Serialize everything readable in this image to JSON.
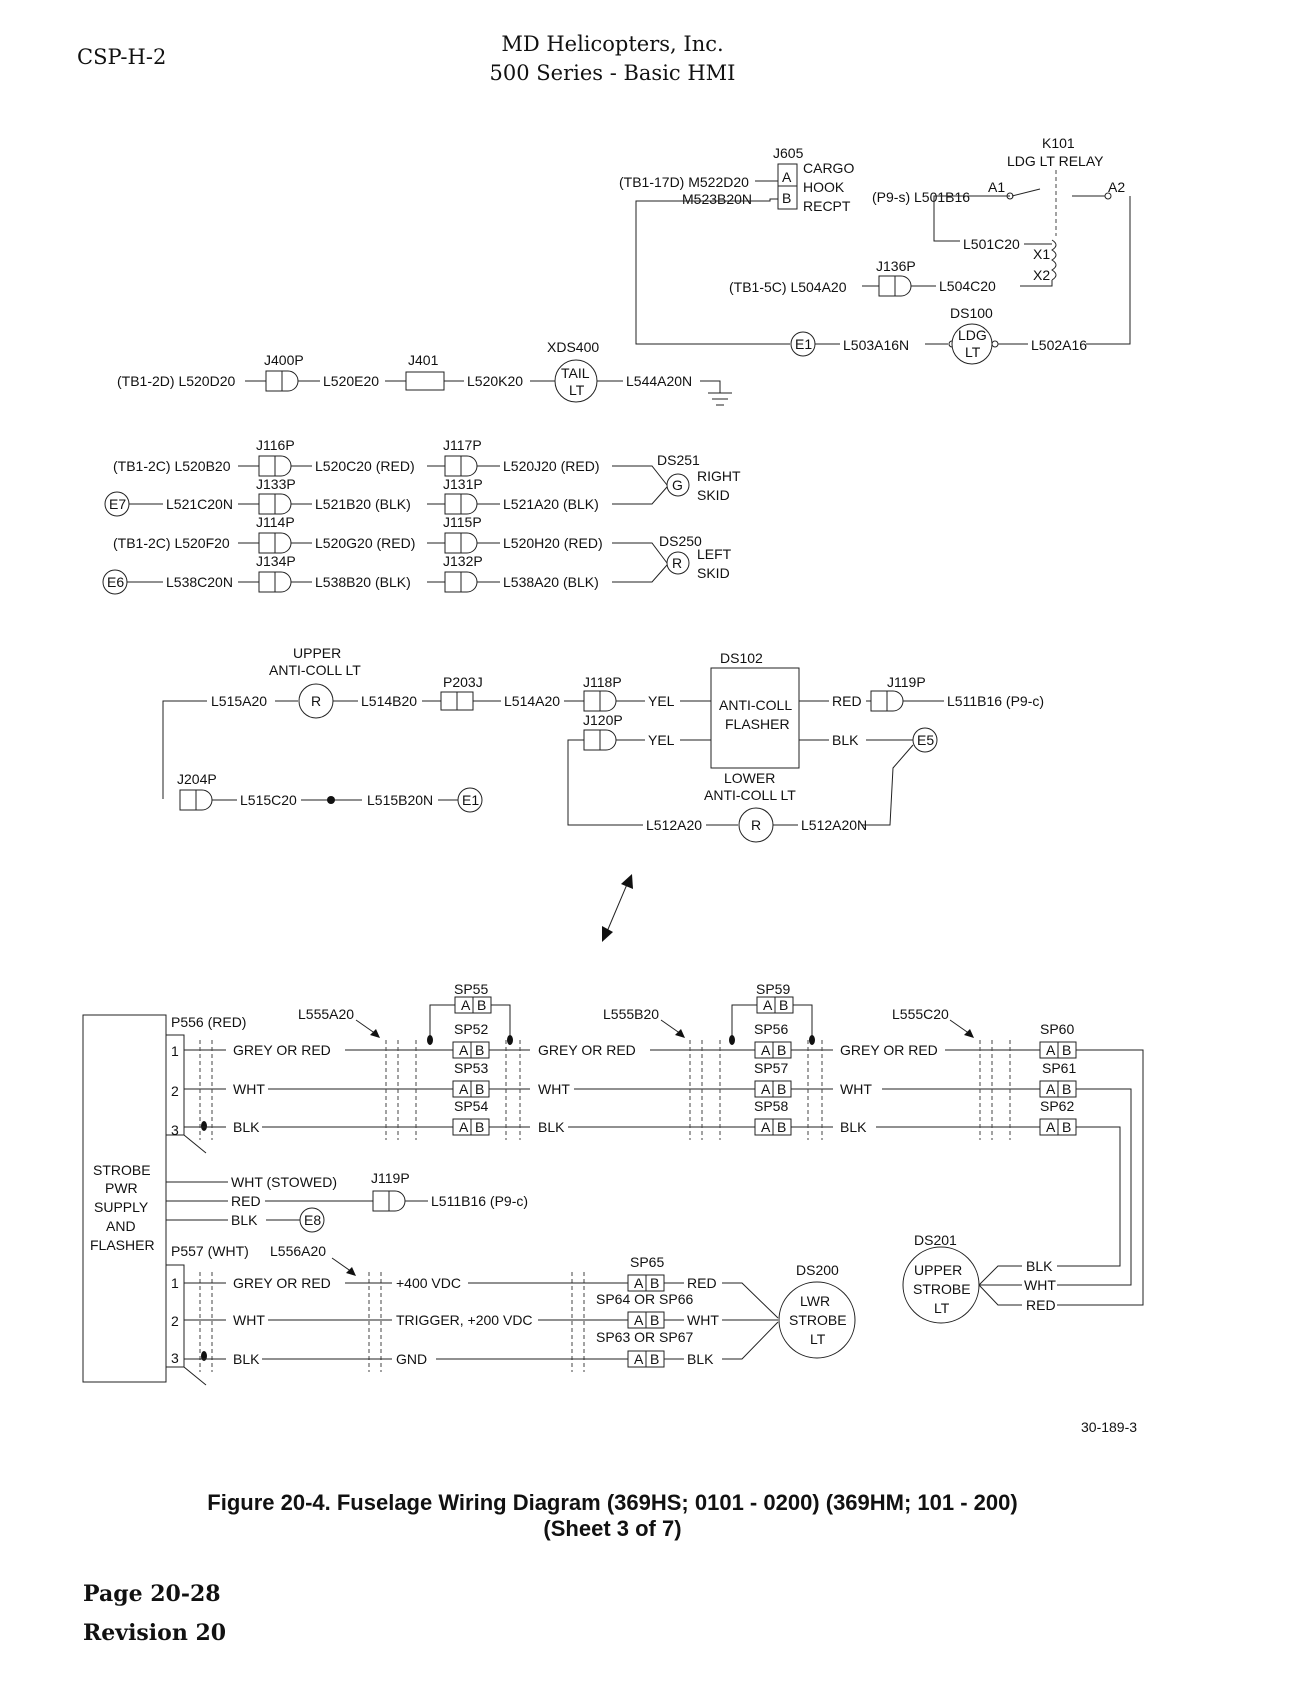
{
  "header": {
    "doc_id": "CSP-H-2",
    "company": "MD Helicopters, Inc.",
    "series": "500 Series - Basic HMI"
  },
  "footer": {
    "page": "Page 20-28",
    "revision": "Revision 20"
  },
  "figure": {
    "caption_line1": "Figure 20-4. Fuselage Wiring Diagram (369HS; 0101 - 0200) (369HM; 101 - 200)",
    "caption_line2": "(Sheet 3 of 7)",
    "drawing_number": "30-189-3"
  },
  "labels": {
    "j605": "J605",
    "cargo": "CARGO",
    "hook": "HOOK",
    "recpt": "RECPT",
    "pin_a": "A",
    "pin_b": "B",
    "tb1_17d_m522d20": "(TB1-17D) M522D20",
    "m523b20n": "M523B20N",
    "k101": "K101",
    "ldg_lt_relay": "LDG LT RELAY",
    "p9s_l501b16": "(P9-s) L501B16",
    "a1": "A1",
    "a2": "A2",
    "l501c20": "L501C20",
    "x1": "X1",
    "x2": "X2",
    "j136p": "J136P",
    "tb1_5c_l504a20": "(TB1-5C) L504A20",
    "l504c20": "L504C20",
    "ds100": "DS100",
    "ldg": "LDG",
    "lt": "LT",
    "e1": "E1",
    "l503a16n": "L503A16N",
    "l502a16": "L502A16",
    "xds400": "XDS400",
    "tail": "TAIL",
    "j400p": "J400P",
    "j401": "J401",
    "tb1_2d_l520d20": "(TB1-2D) L520D20",
    "l520e20": "L520E20",
    "l520k20": "L520K20",
    "l544a20n": "L544A20N",
    "j116p": "J116P",
    "j117p": "J117P",
    "ds251": "DS251",
    "tb1_2c_l520b20": "(TB1-2C) L520B20",
    "l520c20_red": "L520C20 (RED)",
    "l520j20_red": "L520J20 (RED)",
    "g": "G",
    "right": "RIGHT",
    "skid": "SKID",
    "j133p": "J133P",
    "j131p": "J131P",
    "e7": "E7",
    "l521c20n": "L521C20N",
    "l521b20_blk": "L521B20 (BLK)",
    "l521a20_blk": "L521A20 (BLK)",
    "j114p": "J114P",
    "j115p": "J115P",
    "ds250": "DS250",
    "tb1_2c_l520f20": "(TB1-2C) L520F20",
    "l520g20_red": "L520G20 (RED)",
    "l520h20_red": "L520H20 (RED)",
    "r": "R",
    "left": "LEFT",
    "j134p": "J134P",
    "j132p": "J132P",
    "e6": "E6",
    "l538c20n": "L538C20N",
    "l538b20_blk": "L538B20 (BLK)",
    "l538a20_blk": "L538A20 (BLK)",
    "upper": "UPPER",
    "anti_coll_lt": "ANTI-COLL LT",
    "p203j": "P203J",
    "j118p": "J118P",
    "ds102": "DS102",
    "j119p": "J119P",
    "l515a20": "L515A20",
    "l514b20": "L514B20",
    "l514a20": "L514A20",
    "yel": "YEL",
    "anti_coll": "ANTI-COLL",
    "flasher": "FLASHER",
    "red": "RED",
    "blk": "BLK",
    "l511b16_p9c": "L511B16 (P9-c)",
    "j120p": "J120P",
    "e5": "E5",
    "lower": "LOWER",
    "lower_anti_coll_lt": "ANTI-COLL LT",
    "j204p": "J204P",
    "l515c20": "L515C20",
    "l515b20n": "L515B20N",
    "l512a20": "L512A20",
    "l512a20n": "L512A20N",
    "p556_red": "P556 (RED)",
    "l555a20": "L555A20",
    "l555b20": "L555B20",
    "l555c20": "L555C20",
    "sp55": "SP55",
    "sp52": "SP52",
    "sp53": "SP53",
    "sp54": "SP54",
    "sp59": "SP59",
    "sp56": "SP56",
    "sp57": "SP57",
    "sp58": "SP58",
    "sp60": "SP60",
    "sp61": "SP61",
    "sp62": "SP62",
    "pin_1": "1",
    "pin_2": "2",
    "pin_3": "3",
    "grey_or_red": "GREY OR RED",
    "wht": "WHT",
    "strobe": "STROBE",
    "pwr": "PWR",
    "supply": "SUPPLY",
    "and": "AND",
    "wht_stowed": "WHT (STOWED)",
    "e8": "E8",
    "p557_wht": "P557 (WHT)",
    "l556a20": "L556A20",
    "plus400vdc": "+400 VDC",
    "trigger": "TRIGGER, +200 VDC",
    "gnd": "GND",
    "sp65": "SP65",
    "sp64_or_sp66": "SP64 OR SP66",
    "sp63_or_sp67": "SP63 OR SP67",
    "ds200": "DS200",
    "lwr": "LWR",
    "ds201": "DS201"
  }
}
